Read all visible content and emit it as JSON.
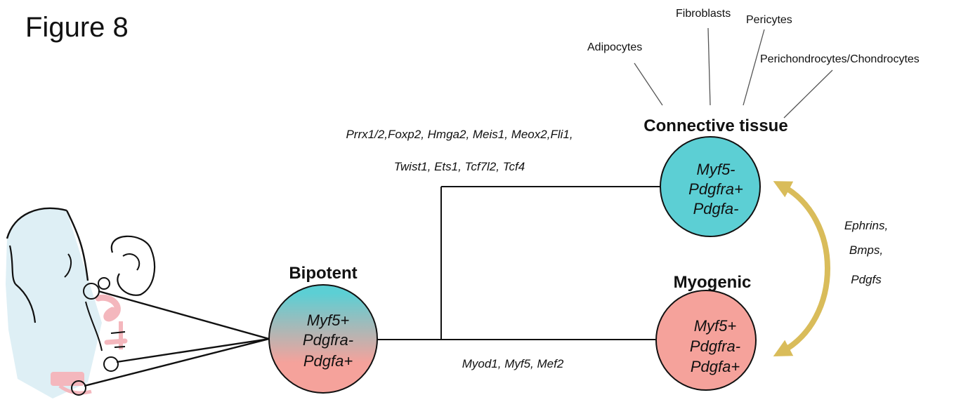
{
  "figure_label": "Figure 8",
  "cell_types": {
    "adipocytes": "Adipocytes",
    "fibroblasts": "Fibroblasts",
    "pericytes": "Pericytes",
    "perichondrocytes": "Perichondrocytes/Chondrocytes"
  },
  "connective": {
    "title": "Connective tissue",
    "lines": [
      "Myf5-",
      "Pdgfra+",
      "Pdgfa-"
    ],
    "color": "#5ccfd4"
  },
  "myogenic": {
    "title": "Myogenic",
    "lines": [
      "Myf5+",
      "Pdgfra-",
      "Pdgfa+"
    ],
    "color": "#f5a29b"
  },
  "bipotent": {
    "title": "Bipotent",
    "lines": [
      "Myf5+",
      "Pdgfra-",
      "Pdgfa+"
    ],
    "color_top": "#5ccfd4",
    "color_bottom": "#f5a29b"
  },
  "connective_genes": {
    "line1": "Prrx1/2,Foxp2, Hmga2, Meis1, Meox2,Fli1,",
    "line2": "Twist1, Ets1, Tcf7l2, Tcf4"
  },
  "myogenic_genes": "Myod1, Myf5, Mef2",
  "signals": [
    "Ephrins,",
    "Bmps,",
    "Pdgfs"
  ],
  "colors": {
    "arrow": "#d9bc5a",
    "embryo_fill": "#deeff5",
    "embryo_accent": "#f4b7bd"
  }
}
